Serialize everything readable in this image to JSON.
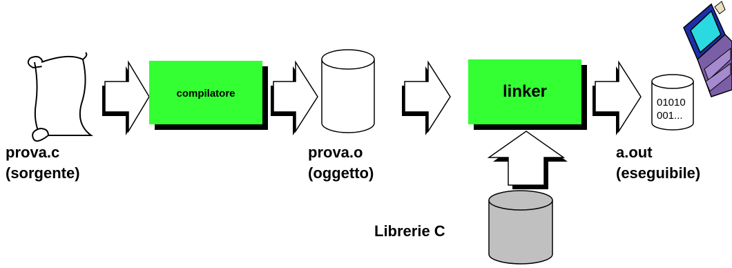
{
  "colors": {
    "box_fill": "#33ff33",
    "box_shadow": "#000000",
    "library_fill": "#c0c0c0",
    "monitor_blue": "#1c2fa8",
    "screen_cyan": "#2bd9e0",
    "keyboard_purple": "#7b5fa6"
  },
  "icons": {
    "source": "scroll-icon",
    "object": "cylinder-icon",
    "executable": "cylinder-icon",
    "library": "cylinder-icon",
    "computer": "laptop-computer-icon",
    "flow": "hollow-arrow-icon"
  },
  "nodes": {
    "source": {
      "line1": "prova.c",
      "line2": "(sorgente)"
    },
    "compiler": {
      "label": "compilatore"
    },
    "object": {
      "line1": "prova.o",
      "line2": "(oggetto)"
    },
    "linker": {
      "label": "linker"
    },
    "executable": {
      "line1": "a.out",
      "line2": "(eseguibile)",
      "bits1": "01010",
      "bits2": "001..."
    },
    "library": {
      "label": "Librerie C"
    }
  }
}
